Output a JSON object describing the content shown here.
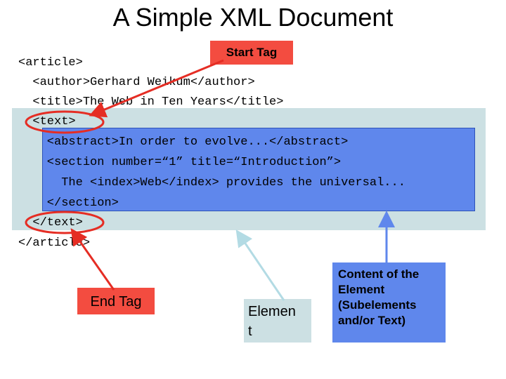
{
  "slide": {
    "title": "A Simple XML Document"
  },
  "code_lines": [
    "<article>",
    "  <author>Gerhard Weikum</author>",
    "  <title>The Web in Ten Years</title>",
    "  <text>",
    "    <abstract>In order to evolve...</abstract>",
    "    <section number=“1” title=“Introduction”>",
    "      The <index>Web</index> provides the universal...",
    "    </section>",
    "  </text>",
    "</article>"
  ],
  "callouts": {
    "start_tag": "Start Tag",
    "end_tag": "End Tag",
    "element_line1": "Elemen",
    "element_line2": "t",
    "content_line1": "Content of the",
    "content_line2": "Element",
    "content_line3": "(Subelements",
    "content_line4": "and/or Text)"
  },
  "colors": {
    "element_box": "#cce0e3",
    "content_box": "#5f87ec",
    "tag_highlight": "#f34c40",
    "circle_stroke": "#e52d24",
    "element_arrow": "#b3dbe4",
    "content_arrow": "#5f87ec"
  }
}
